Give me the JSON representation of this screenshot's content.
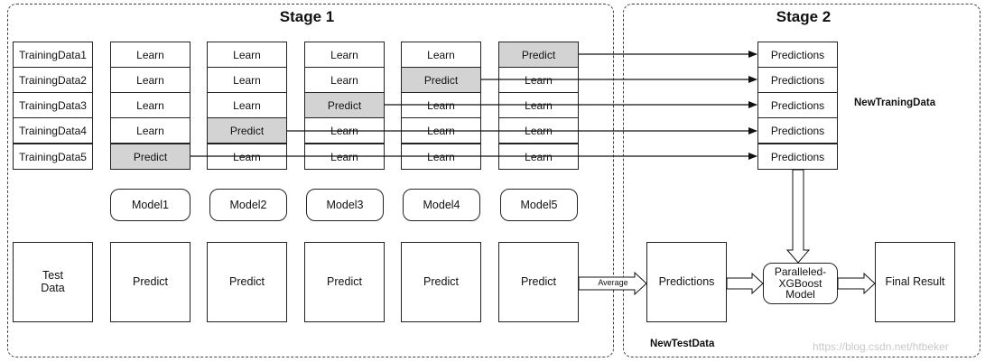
{
  "stage1": {
    "title": "Stage 1"
  },
  "stage2": {
    "title": "Stage 2"
  },
  "training_data": [
    "TrainingData1",
    "TrainingData2",
    "TrainingData3",
    "TrainingData4",
    "TrainingData5"
  ],
  "grid": [
    [
      "Learn",
      "Learn",
      "Learn",
      "Learn",
      "Predict"
    ],
    [
      "Learn",
      "Learn",
      "Learn",
      "Predict",
      "Learn"
    ],
    [
      "Learn",
      "Learn",
      "Predict",
      "Learn",
      "Learn"
    ],
    [
      "Learn",
      "Predict",
      "Learn",
      "Learn",
      "Learn"
    ],
    [
      "Predict",
      "Learn",
      "Learn",
      "Learn",
      "Learn"
    ]
  ],
  "models": [
    "Model1",
    "Model2",
    "Model3",
    "Model4",
    "Model5"
  ],
  "test": {
    "label": "Test\nData",
    "predict": "Predict",
    "average": "Average"
  },
  "predictions_label": "Predictions",
  "new_training_data": "NewTraningData",
  "new_test_data": "NewTestData",
  "xgboost": "Paralleled-\nXGBoost\nModel",
  "final_result": "Final Result",
  "watermark": "https://blog.csdn.net/htbeker",
  "colors": {
    "predict_fill": "#d3d3d3",
    "border": "#222222"
  }
}
